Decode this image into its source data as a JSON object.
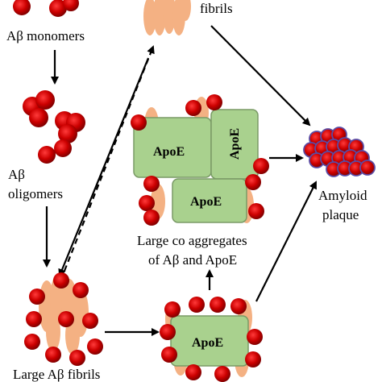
{
  "labels": {
    "monomers": "Aβ monomers",
    "oligomers_line1": "Aβ",
    "oligomers_line2": "oligomers",
    "fibrils_top": "fibrils",
    "large_fibrils": "Large Aβ fibrils",
    "coaggregates_line1": "Large co aggregates",
    "coaggregates_line2": "of Aβ and ApoE",
    "plaque_line1": "Amyloid",
    "plaque_line2": "plaque"
  },
  "apoe_label": "ApoE",
  "colors": {
    "abeta_monomer": "#cc0000",
    "abeta_monomer_dark": "#7a0000",
    "fibril": "#f4b183",
    "apoe_box": "#a9d18e",
    "apoe_border": "#7a9a66",
    "plaque_border": "#5b4ba3",
    "arrow": "#000000"
  }
}
